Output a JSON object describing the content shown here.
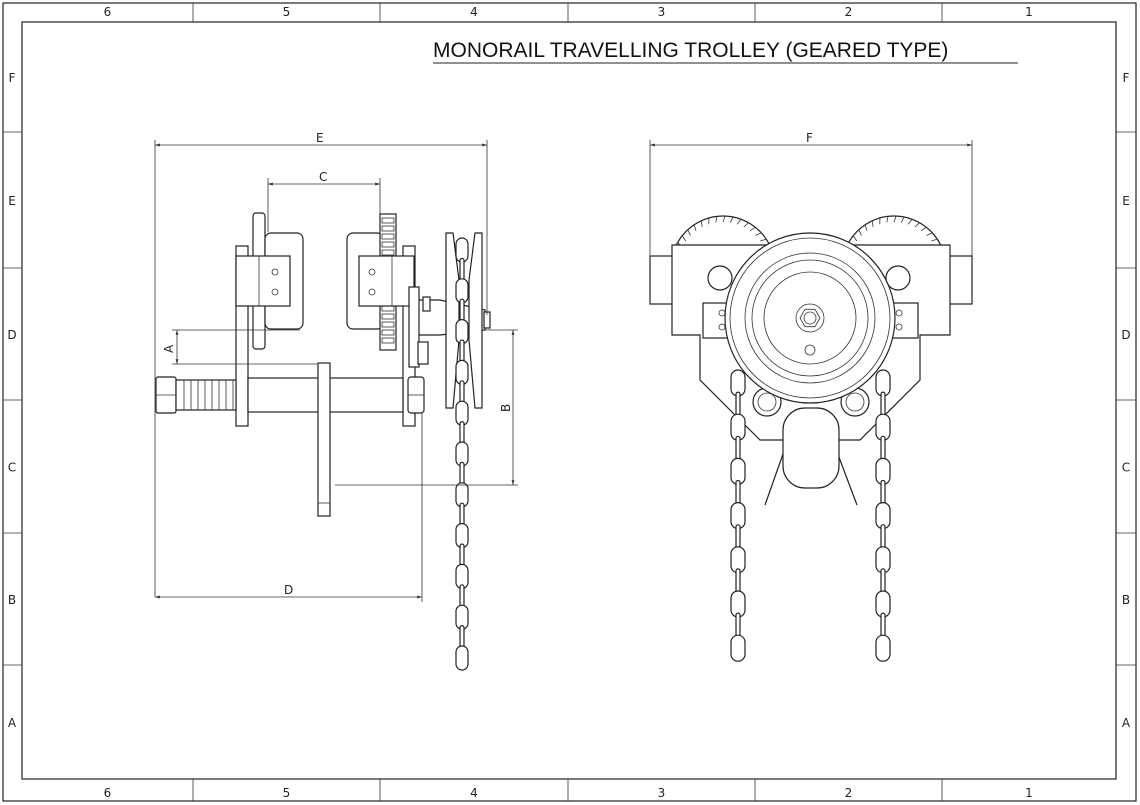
{
  "title": "MONORAIL TRAVELLING TROLLEY (GEARED TYPE)",
  "columns": [
    "6",
    "5",
    "4",
    "3",
    "2",
    "1"
  ],
  "rows": [
    "F",
    "E",
    "D",
    "C",
    "B",
    "A"
  ],
  "dimensions": {
    "a": "A",
    "b": "B",
    "c": "C",
    "d": "D",
    "e": "E",
    "f": "F"
  }
}
